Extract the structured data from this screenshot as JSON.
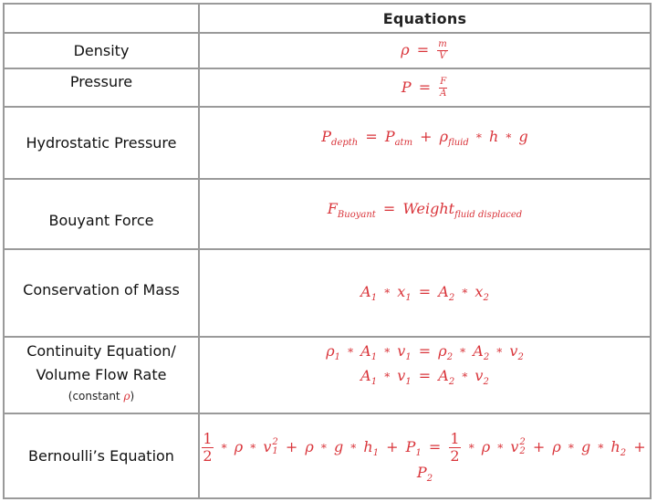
{
  "table": {
    "header": {
      "label_col": "",
      "eq_col": "Equations"
    },
    "rows": [
      {
        "label": "Density",
        "equation": {
          "lhs": "ρ",
          "eq": "=",
          "frac_num": "m",
          "frac_den": "V"
        }
      },
      {
        "label": "Pressure",
        "equation": {
          "lhs": "P",
          "eq": "=",
          "frac_num": "F",
          "frac_den": "A"
        }
      },
      {
        "label": "Hydrostatic Pressure",
        "equation": {
          "p": "P",
          "p_sub": "depth",
          "eq": "=",
          "patm": "P",
          "patm_sub": "atm",
          "plus": "+",
          "rho": "ρ",
          "rho_sub": "fluid",
          "star1": "*",
          "h": "h",
          "star2": "*",
          "g": "g"
        }
      },
      {
        "label": "Bouyant Force",
        "equation": {
          "f": "F",
          "f_sub": "Buoyant",
          "eq": "=",
          "w": "Weight",
          "w_sub": "fluid displaced"
        }
      },
      {
        "label": "Conservation of Mass",
        "equation": {
          "a1": "A",
          "a1_sub": "1",
          "star1": "*",
          "x1": "x",
          "x1_sub": "1",
          "eq": "=",
          "a2": "A",
          "a2_sub": "2",
          "star2": "*",
          "x2": "x",
          "x2_sub": "2"
        }
      },
      {
        "label_line1": "Continuity Equation/",
        "label_line2": "Volume Flow Rate",
        "label_note_prefix": "(constant ",
        "label_note_symbol": "ρ",
        "label_note_suffix": ")",
        "equation_line1": {
          "rho1": "ρ",
          "rho1_sub": "1",
          "star": "*",
          "a1": "A",
          "a1_sub": "1",
          "v1": "v",
          "v1_sub": "1",
          "eq": "=",
          "rho2": "ρ",
          "rho2_sub": "2",
          "a2": "A",
          "a2_sub": "2",
          "v2": "v",
          "v2_sub": "2"
        },
        "equation_line2": {
          "a1": "A",
          "a1_sub": "1",
          "star": "*",
          "v1": "v",
          "v1_sub": "1",
          "eq": "=",
          "a2": "A",
          "a2_sub": "2",
          "v2": "v",
          "v2_sub": "2"
        }
      },
      {
        "label": "Bernoulli’s Equation",
        "equation": {
          "half_num": "1",
          "half_den": "2",
          "star": "*",
          "rho": "ρ",
          "v": "v",
          "sup": "2",
          "sub1": "1",
          "sub2": "2",
          "plus": "+",
          "g": "g",
          "h": "h",
          "p": "P",
          "eq": "="
        }
      }
    ]
  },
  "colors": {
    "equation_text": "#d9343a",
    "border": "#9a9a9a",
    "label_text": "#111111"
  }
}
